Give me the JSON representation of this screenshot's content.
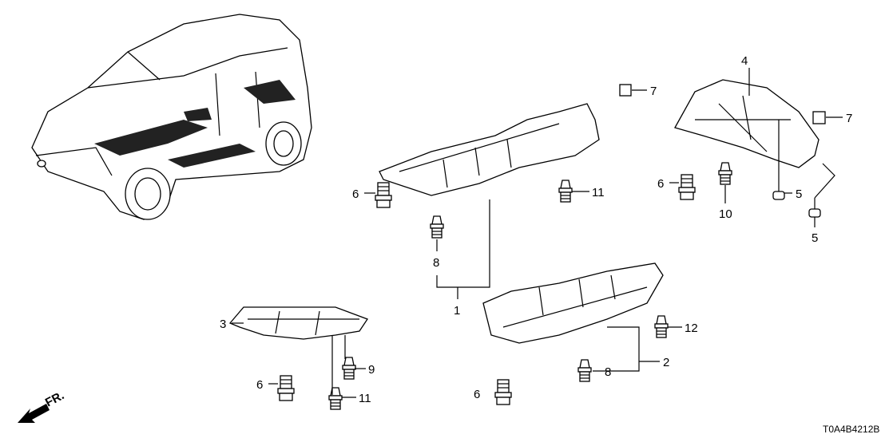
{
  "diagram": {
    "title_code": "T0A4B4212B",
    "direction_label": "FR.",
    "callouts": [
      {
        "id": "c1",
        "label": "1",
        "part": "under-cover-center"
      },
      {
        "id": "c2",
        "label": "2",
        "part": "under-cover-rear"
      },
      {
        "id": "c3",
        "label": "3",
        "part": "under-cover-front-left"
      },
      {
        "id": "c4",
        "label": "4",
        "part": "under-cover-right"
      },
      {
        "id": "c5a",
        "label": "5",
        "part": "screw"
      },
      {
        "id": "c5b",
        "label": "5",
        "part": "screw"
      },
      {
        "id": "c6a",
        "label": "6",
        "part": "flange-bolt"
      },
      {
        "id": "c6b",
        "label": "6",
        "part": "flange-bolt"
      },
      {
        "id": "c6c",
        "label": "6",
        "part": "flange-bolt"
      },
      {
        "id": "c6d",
        "label": "6",
        "part": "flange-bolt"
      },
      {
        "id": "c7a",
        "label": "7",
        "part": "clip-nut"
      },
      {
        "id": "c7b",
        "label": "7",
        "part": "clip-nut"
      },
      {
        "id": "c8a",
        "label": "8",
        "part": "clip"
      },
      {
        "id": "c8b",
        "label": "8",
        "part": "clip"
      },
      {
        "id": "c9",
        "label": "9",
        "part": "clip"
      },
      {
        "id": "c10",
        "label": "10",
        "part": "clip"
      },
      {
        "id": "c11a",
        "label": "11",
        "part": "clip"
      },
      {
        "id": "c11b",
        "label": "11",
        "part": "clip"
      },
      {
        "id": "c12",
        "label": "12",
        "part": "clip"
      }
    ]
  }
}
